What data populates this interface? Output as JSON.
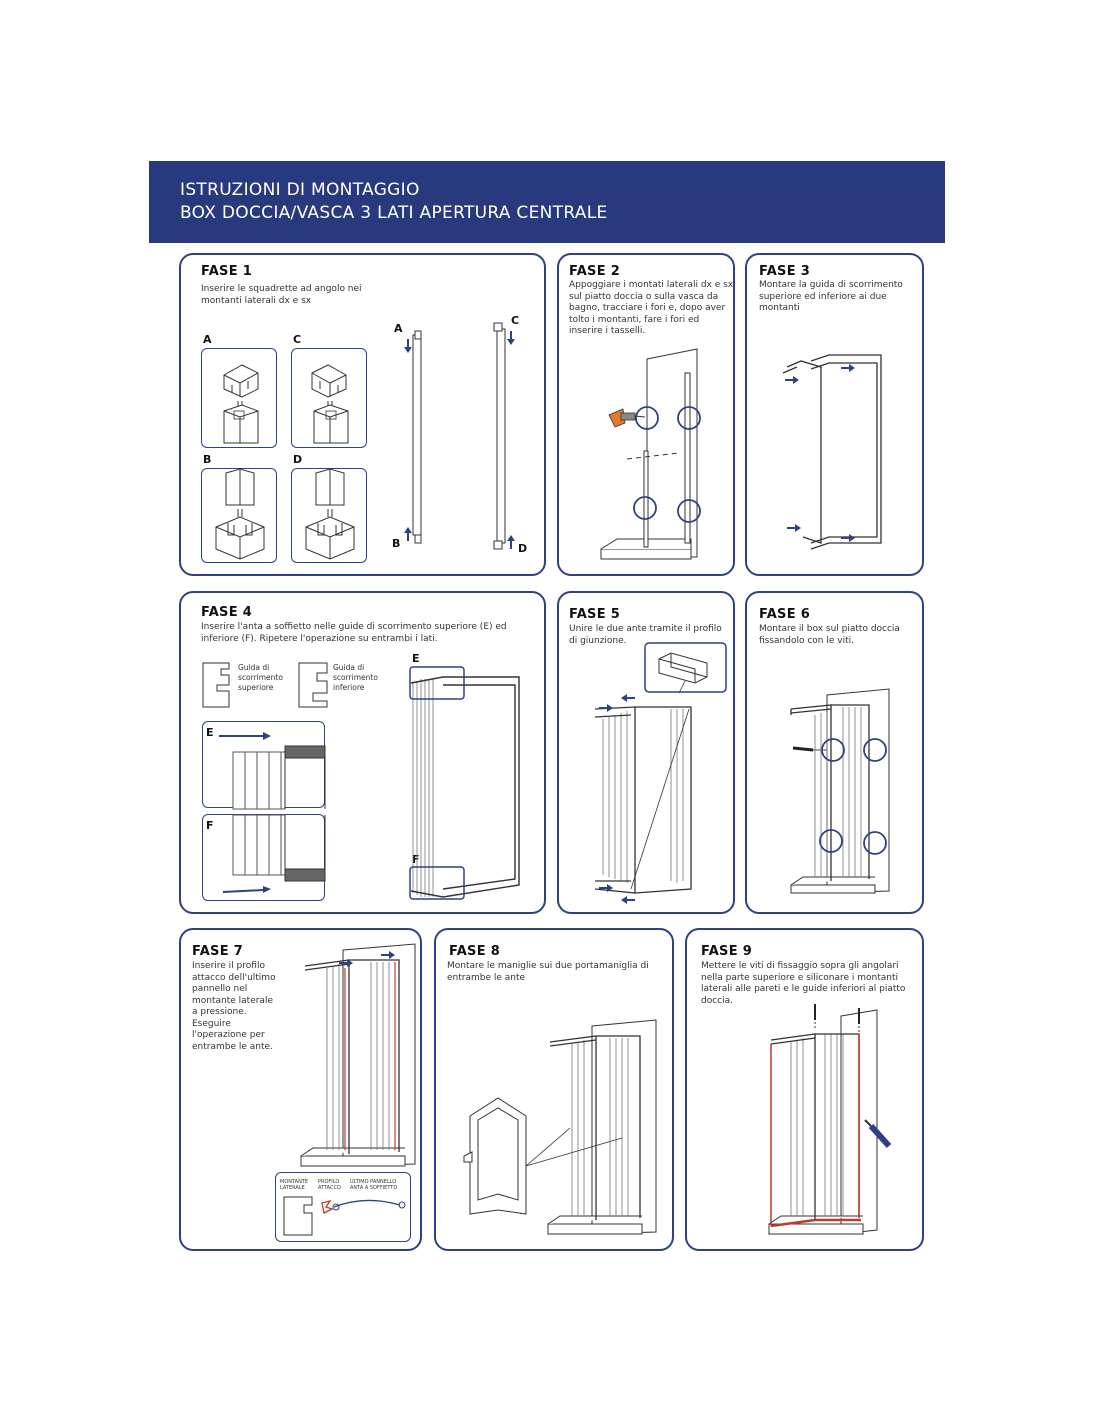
{
  "header": {
    "line1": "ISTRUZIONI DI MONTAGGIO",
    "line2": "BOX DOCCIA/VASCA 3 LATI APERTURA CENTRALE"
  },
  "colors": {
    "brand": "#283a7d",
    "panel_border": "#2e4283",
    "arrow": "#2e4283",
    "seal": "#c0392b"
  },
  "steps": [
    {
      "title": "FASE 1",
      "text": "Inserire le squadrette ad angolo nei montanti laterali dx e sx",
      "labels": [
        "A",
        "B",
        "C",
        "D"
      ]
    },
    {
      "title": "FASE 2",
      "text": "Appoggiare i montati laterali dx e sx sul piatto doccia o sulla vasca da bagno, tracciare i fori e, dopo aver tolto i montanti, fare i fori ed inserire i tasselli."
    },
    {
      "title": "FASE 3",
      "text": "Montare la guida di scorrimento superiore ed inferiore ai due montanti"
    },
    {
      "title": "FASE 4",
      "text": "Inserire l'anta a soffietto nelle guide di scorrimento superiore (E) ed inferiore (F). Ripetere l'operazione su entrambi i lati.",
      "guide_top": "Guida di scorrimento superiore",
      "guide_bottom": "Guida di scorrimento inferiore",
      "labels": [
        "E",
        "F"
      ]
    },
    {
      "title": "FASE 5",
      "text": "Unire le due ante tramite il profilo di giunzione."
    },
    {
      "title": "FASE 6",
      "text": "Montare il box sul piatto doccia fissandolo con le viti."
    },
    {
      "title": "FASE 7",
      "text": "Inserire il profilo attacco dell'ultimo pannello nel montante laterale a pressione. Eseguire l'operazione per entrambe le ante.",
      "legend": [
        "MONTANTE LATERALE",
        "PROFILO ATTACCO",
        "ULTIMO PANNELLO ANTA A SOFFIETTO"
      ]
    },
    {
      "title": "FASE 8",
      "text": "Montare le maniglie sui due portamaniglia di entrambe le ante"
    },
    {
      "title": "FASE 9",
      "text": "Mettere le viti di fissaggio sopra gli angolari nella parte superiore e siliconare i montanti laterali alle pareti e le guide inferiori al piatto doccia."
    }
  ]
}
